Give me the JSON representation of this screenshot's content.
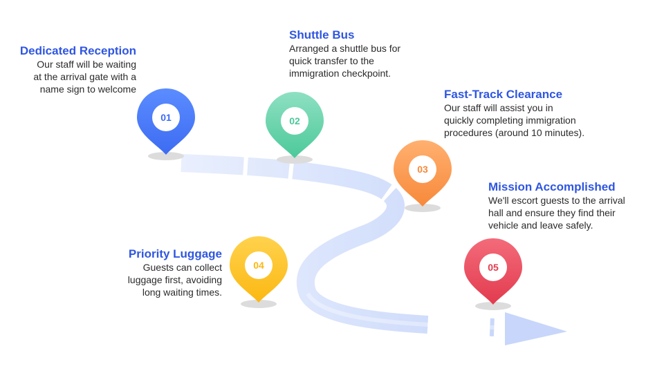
{
  "steps": [
    {
      "number": "01",
      "title": "Dedicated Reception",
      "lines": [
        "Our staff will be waiting",
        "at the  arrival gate with a",
        "name sign to welcome"
      ],
      "color": "#3d6cf2",
      "color_light": "#5b8cff"
    },
    {
      "number": "02",
      "title": "Shuttle Bus",
      "lines": [
        "Arranged a shuttle bus for",
        "quick transfer to the",
        "immigration checkpoint."
      ],
      "color": "#4cc99a",
      "color_light": "#8ee0c2"
    },
    {
      "number": "03",
      "title": "Fast-Track Clearance",
      "lines": [
        "Our staff will assist you in",
        "quickly completing immigration",
        "procedures (around 10 minutes)."
      ],
      "color": "#f7893a",
      "color_light": "#ffb070"
    },
    {
      "number": "04",
      "title": "Priority Luggage",
      "lines": [
        "Guests can collect",
        "luggage first, avoiding",
        "long waiting times."
      ],
      "color": "#fbb812",
      "color_light": "#ffd24d"
    },
    {
      "number": "05",
      "title": "Mission Accomplished",
      "lines": [
        "We'll escort guests to the arrival",
        "hall and ensure they find their",
        "vehicle and leave safely."
      ],
      "color": "#e23b4e",
      "color_light": "#f36b7a"
    }
  ],
  "path_color": "#cfdcfb"
}
